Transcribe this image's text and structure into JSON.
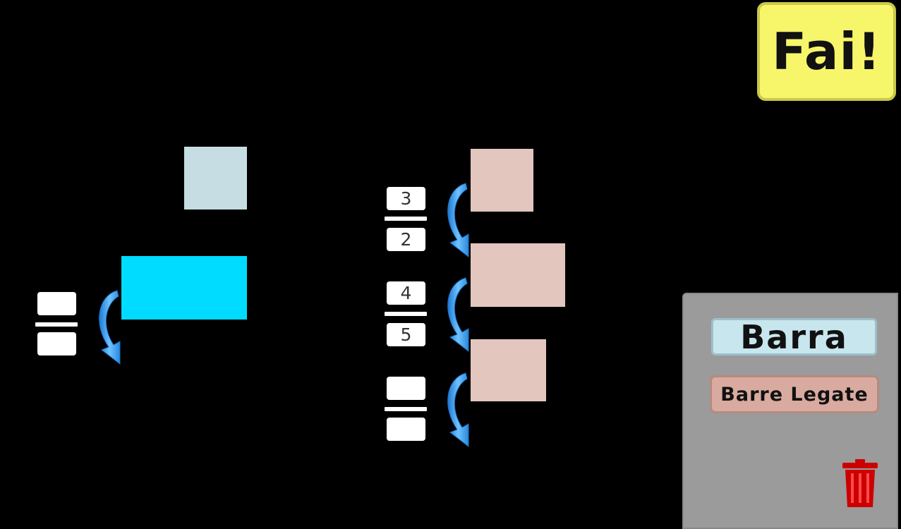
{
  "header": {
    "run_button_label": "Fai!"
  },
  "toolbox": {
    "bar_tool_label": "Barra",
    "linked_bars_tool_label": "Barre Legate",
    "trash_icon": "trash-icon",
    "colors": {
      "panel": "#9b9b9b",
      "bar_tool": "#c8e6ee",
      "linked_bars_tool": "#d9aa9f",
      "trash": "#cc0000"
    }
  },
  "workspace": {
    "left_group": {
      "fraction": {
        "numerator": "",
        "denominator": ""
      }
    },
    "right_group": {
      "fractions": [
        {
          "numerator": "3",
          "denominator": "2"
        },
        {
          "numerator": "4",
          "denominator": "5"
        },
        {
          "numerator": "",
          "denominator": ""
        }
      ]
    },
    "colors": {
      "light_block": "#c6dde3",
      "cyan_block": "#00dcff",
      "pink_block": "#e3c7bf",
      "arrow": "#4aa8ec"
    }
  }
}
